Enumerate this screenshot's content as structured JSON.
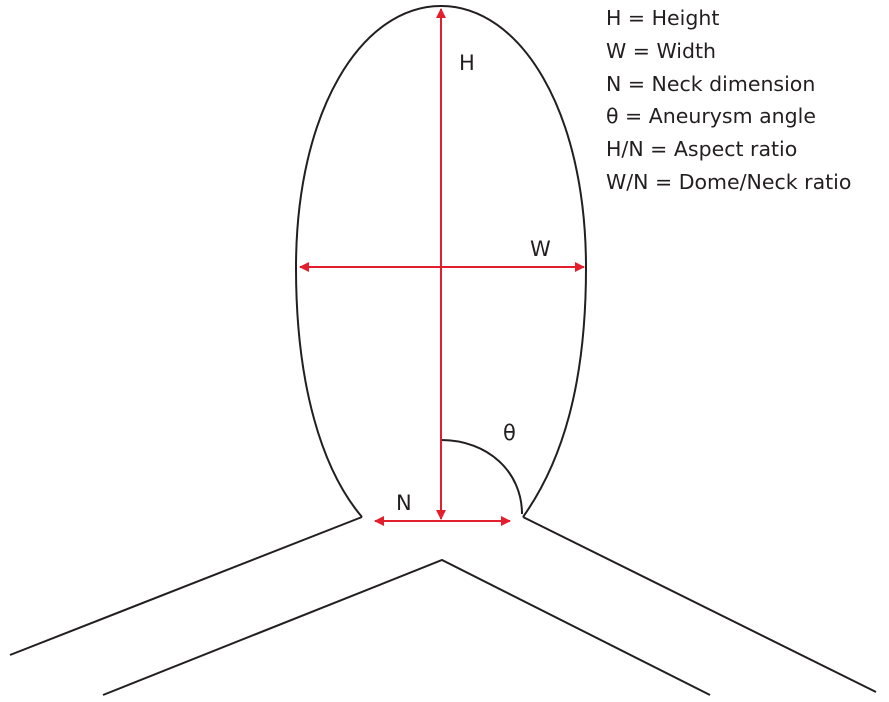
{
  "labels": {
    "height": "H",
    "width": "W",
    "neck": "N",
    "angle": "θ"
  },
  "legend": [
    "H = Height",
    "W = Width",
    "N = Neck dimension",
    "θ = Aneurysm angle",
    "H/N = Aspect ratio",
    "W/N = Dome/Neck ratio"
  ],
  "colors": {
    "outline": "#231f20",
    "measure": "#e31e2d"
  }
}
